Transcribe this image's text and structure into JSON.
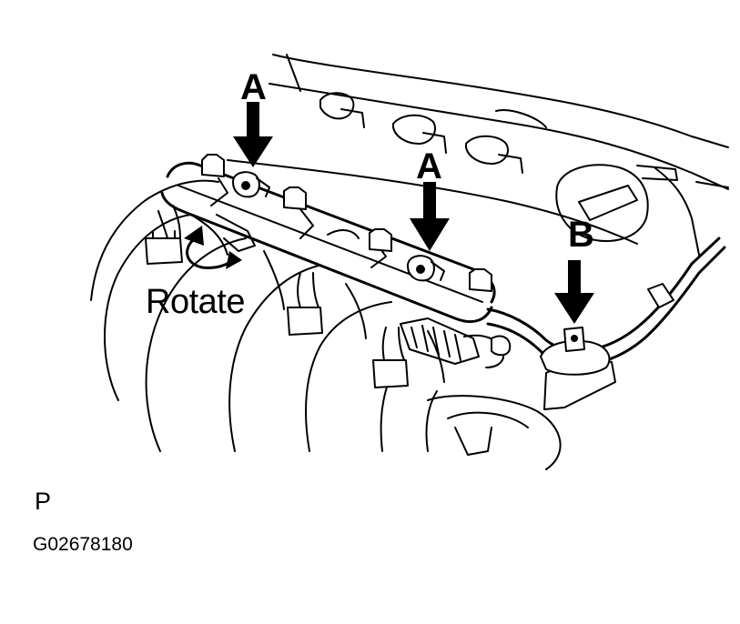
{
  "callouts": {
    "a_first": "A",
    "a_second": "A",
    "b": "B",
    "rotate": "Rotate"
  },
  "caption": {
    "page_letter": "P",
    "figure_code": "G02678180"
  }
}
